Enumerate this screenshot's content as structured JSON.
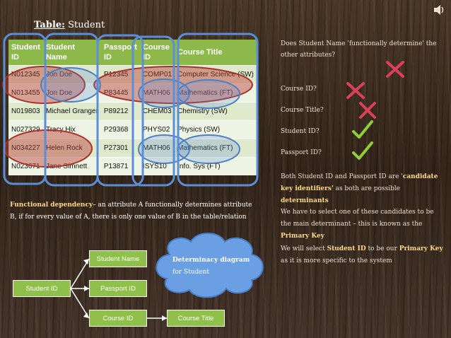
{
  "title": {
    "label": "Table:",
    "name": "Student"
  },
  "table": {
    "headers": [
      "Student ID",
      "Student Name",
      "Passport ID",
      "Course ID",
      "Course Title"
    ],
    "rows": [
      [
        "N012345",
        "Jon Doe",
        "P12345",
        "COMP01",
        "Computer Science (SW)"
      ],
      [
        "N013455",
        "Jon Doe",
        "P83445",
        "MATH06",
        "Mathematics (FT)"
      ],
      [
        "N019803",
        "Michael Granger",
        "P89212",
        "CHEM03",
        "Chemistry (SW)"
      ],
      [
        "N027329",
        "Tracy Hix",
        "P29368",
        "PHYS02",
        "Physics (SW)"
      ],
      [
        "N034227",
        "Helen Rock",
        "P27301",
        "MATH06",
        "Mathematics (FT)"
      ],
      [
        "N023671",
        "Jane Simnett",
        "P13871",
        "ISYS10",
        "Info. Sys (FT)"
      ]
    ]
  },
  "functional_dependency": {
    "term": "Functional dependency",
    "text": "– an attribute A functionally determines attribute B, if for every value of A, there is only one value of B in the table/relation"
  },
  "questions": [
    {
      "text": "Does Student Name 'functionally determine' the other attributes?",
      "answer": "cross"
    },
    {
      "text": "Course ID?",
      "answer": "cross"
    },
    {
      "text": "Course Title?",
      "answer": "cross"
    },
    {
      "text": "Student ID?",
      "answer": "check"
    },
    {
      "text": "Passport ID?",
      "answer": "check"
    }
  ],
  "candidate": {
    "p1": "Both Student ID and Passport ID are '",
    "p2": "candidate key identifiers'",
    "p3": " as both are possible ",
    "p4": "determinants"
  },
  "primary": {
    "p1": "We have to select one of these candidates to be the main determinant – this is known as the ",
    "p2": "Primary Key"
  },
  "select": {
    "p1": "We will select ",
    "p2": "Student ID",
    "p3": " to be our ",
    "p4": "Primary Key",
    "p5": " as it is more specific to the system"
  },
  "diagram": {
    "root": "Student ID",
    "nodes": [
      "Student Name",
      "Passport ID",
      "Course ID"
    ],
    "leaf": "Course Title",
    "cloud_bold": "Determinacy diagram",
    "cloud_rest": " for Student"
  },
  "colors": {
    "header": "#8db84a",
    "box": "#8ec04a",
    "blue_outline": "#5a8fd8",
    "red_ellipse": "#c0392b",
    "cross": "#d9405a",
    "check": "#8fcf3a",
    "highlight": "#ffd98a"
  }
}
